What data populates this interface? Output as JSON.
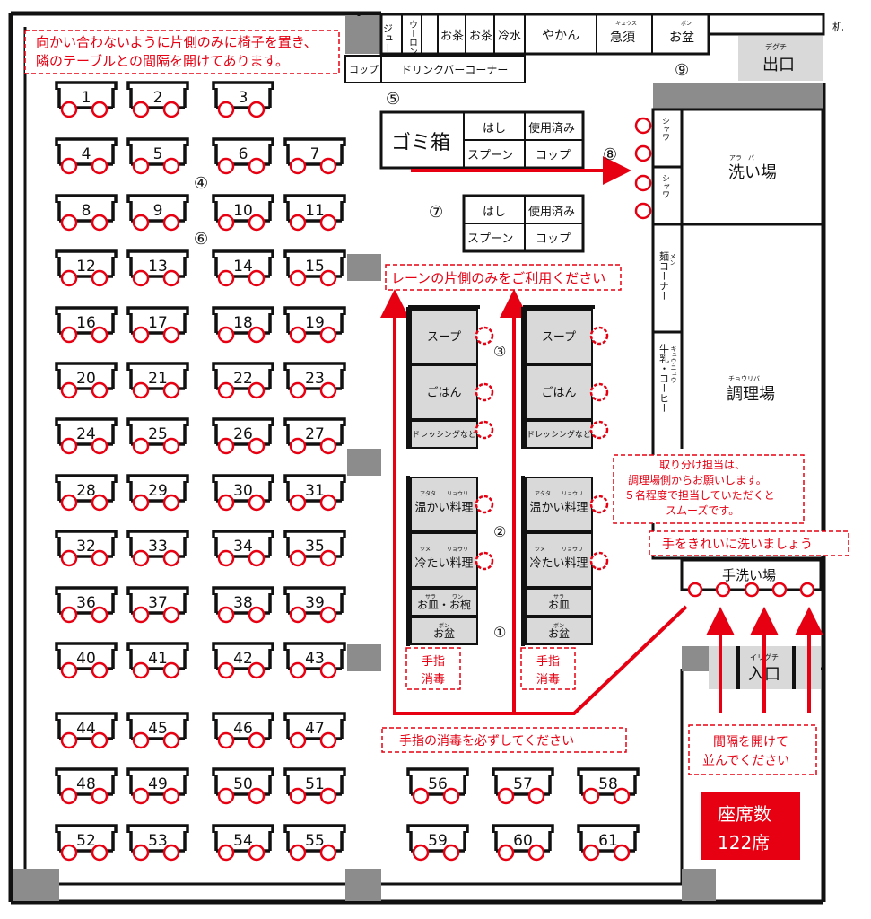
{
  "colors": {
    "red": "#e60012",
    "gray": "#8c8c8c",
    "light_gray": "#d9d9d9",
    "black": "#111111"
  },
  "notes": {
    "seating_line1": "向かい合わないように片側のみに椅子を置き、",
    "seating_line2": "隣のテーブルとの間隔を開けてあります。",
    "lane": "レーンの片側のみをご利用ください",
    "server_line1": "取り分け担当は、",
    "server_line2": "調理場側からお願いします。",
    "server_line3": "５名程度で担当していただくと",
    "server_line4": "スムーズです。",
    "wash_hands": "手をきれいに洗いましょう",
    "disinfect": "手指の消毒を必ずしてください",
    "queue_line1": "間隔を開けて",
    "queue_line2": "並んでください",
    "sanitize_line1": "手指",
    "sanitize_line2": "消毒"
  },
  "seat_count": {
    "label": "座席数",
    "value": "122席"
  },
  "drink_bar": {
    "items": [
      "ジュース",
      "ウーロン茶",
      "お茶",
      "お茶",
      "冷水",
      "やかん",
      "急須",
      "お盆"
    ],
    "kyusu_ruby": "キュウス",
    "obon_ruby": "ボン",
    "cup": "コップ",
    "corner": "ドリンクバーコーナー",
    "desk": "机"
  },
  "exit": {
    "label": "出口",
    "ruby": "デグチ"
  },
  "entrance": {
    "label": "入口",
    "ruby": "イリグチ"
  },
  "markers": [
    "①",
    "②",
    "③",
    "④",
    "⑤",
    "⑥",
    "⑦",
    "⑧",
    "⑨"
  ],
  "trash": "ゴミ箱",
  "utensils": {
    "chopsticks": "はし",
    "spoon": "スプーン",
    "used_cups": "使用済み",
    "cup": "コップ"
  },
  "shower": "シャワー",
  "wash_area": {
    "label": "洗い場",
    "ruby": "アラ　バ"
  },
  "noodle_corner": "麺コーナー",
  "noodle_ruby": "メン",
  "milk_coffee": "牛乳・コーヒー",
  "milk_ruby": "ギュウニュウ",
  "kitchen": {
    "label": "調理場",
    "ruby": "チョウリバ"
  },
  "handwash": "手洗い場",
  "buffet": {
    "soup": "スープ",
    "rice": "ごはん",
    "dressing": "ドレッシングなど",
    "warm": "温かい料理",
    "warm_ruby": "アタタ　　リョウリ",
    "cold": "冷たい料理",
    "cold_ruby": "ツメ　　　リョウリ",
    "plates_bowls": "お皿・お椀",
    "plates_ruby": "サラ　　　ワン",
    "plates": "お皿",
    "plate_ruby": "サラ",
    "tray": "お盆",
    "tray_ruby": "ボン"
  },
  "tables": [
    "1",
    "2",
    "3",
    "4",
    "5",
    "6",
    "7",
    "8",
    "9",
    "10",
    "11",
    "12",
    "13",
    "14",
    "15",
    "16",
    "17",
    "18",
    "19",
    "20",
    "21",
    "22",
    "23",
    "24",
    "25",
    "26",
    "27",
    "28",
    "29",
    "30",
    "31",
    "32",
    "33",
    "34",
    "35",
    "36",
    "37",
    "38",
    "39",
    "40",
    "41",
    "42",
    "43",
    "44",
    "45",
    "46",
    "47",
    "48",
    "49",
    "50",
    "51",
    "52",
    "53",
    "54",
    "55",
    "56",
    "57",
    "58",
    "59",
    "60",
    "61"
  ]
}
